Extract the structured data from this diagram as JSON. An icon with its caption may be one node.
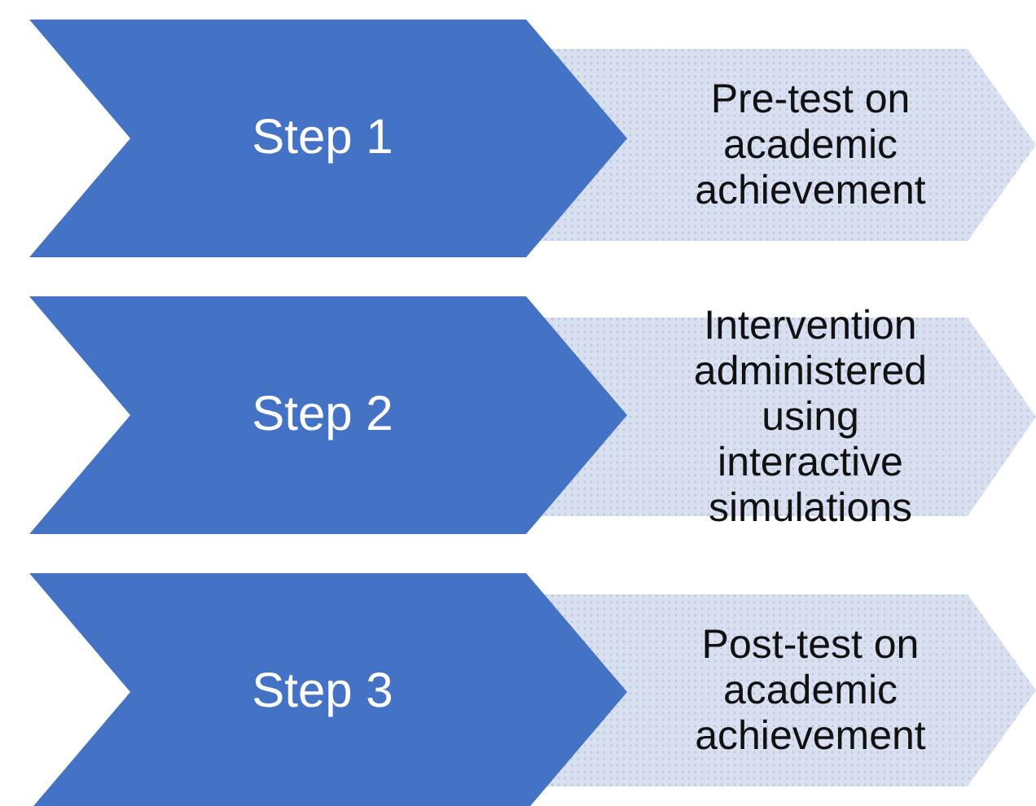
{
  "diagram": {
    "nodes": [
      {
        "text": [
          "Step 1"
        ]
      },
      {
        "text": [
          "Pre-test on academic achievement"
        ]
      },
      {
        "text": [
          "Step 2"
        ]
      },
      {
        "text": [
          "Intervention administered using interactive simulations"
        ]
      },
      {
        "text": [
          "Step 3"
        ]
      },
      {
        "text": [
          "Post-test on academic achievement"
        ]
      }
    ]
  }
}
